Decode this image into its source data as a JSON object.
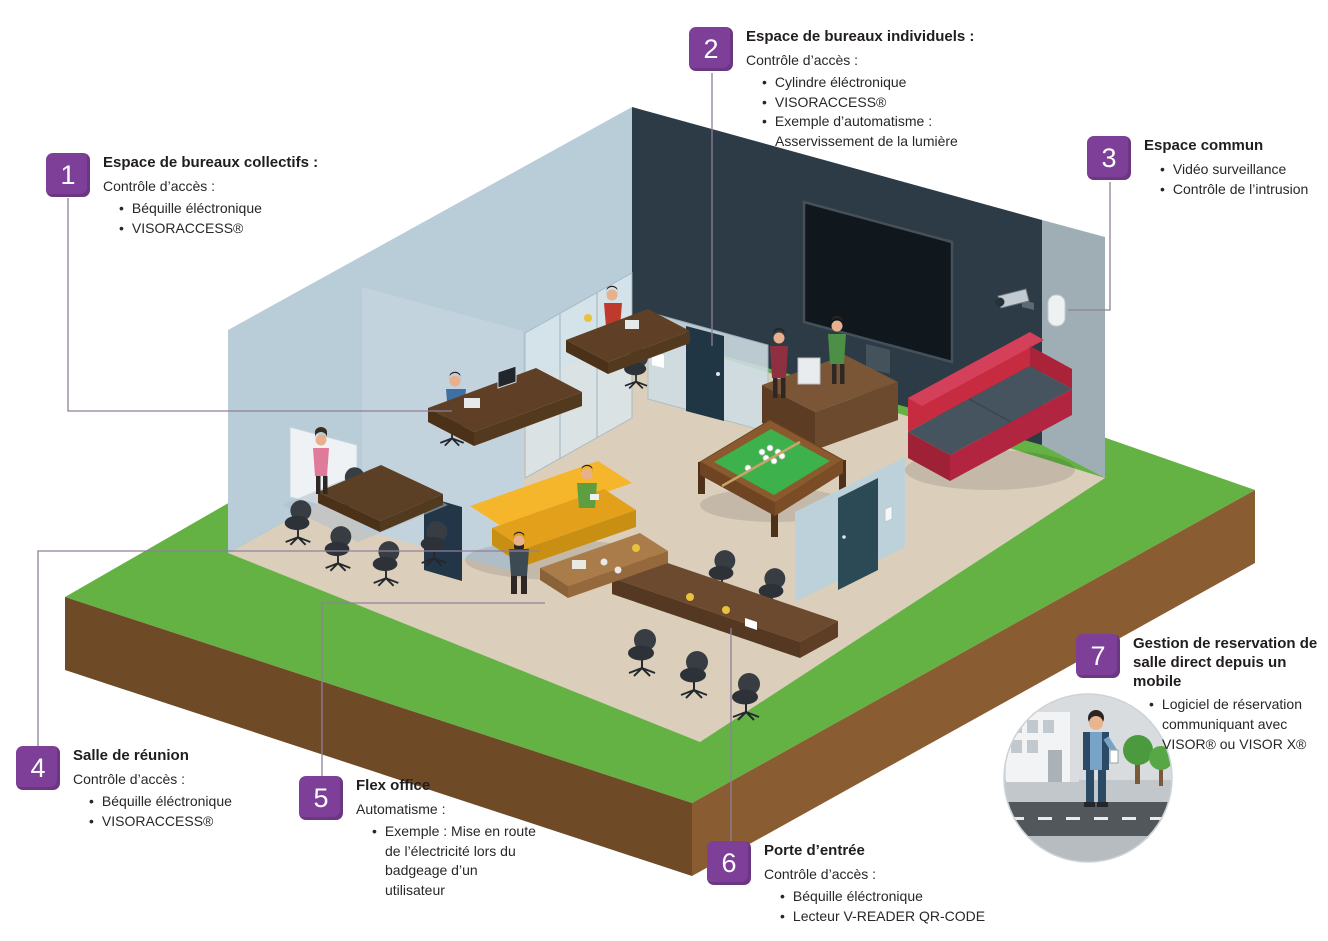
{
  "figure": {
    "description": "Isometric office access-control infographic",
    "colors": {
      "accent_purple": "#7d3f98",
      "connector_line": "#8f7f9b",
      "grass_green": "#64b244",
      "dark_wall": "#2c3b45",
      "light_wall": "#b9cdd9",
      "sofa_red": "#c62b40",
      "sofa_yellow": "#f2b028",
      "pool_felt": "#3db14b"
    }
  },
  "callouts": [
    {
      "number": "1",
      "title": "Espace de bureaux collectifs :",
      "subtitle": "Contrôle d’accès :",
      "bullets": [
        "Béquille éléctronique",
        "VISORACCESS®"
      ]
    },
    {
      "number": "2",
      "title": "Espace de bureaux individuels :",
      "subtitle": "Contrôle d’accès :",
      "bullets": [
        "Cylindre éléctronique",
        "VISORACCESS®",
        "Exemple d’automatisme : Asservissement de la lumière"
      ]
    },
    {
      "number": "3",
      "title": "Espace commun",
      "bullets": [
        "Vidéo surveillance",
        "Contrôle de l’intrusion"
      ]
    },
    {
      "number": "4",
      "title": "Salle de réunion",
      "subtitle": "Contrôle d’accès :",
      "bullets": [
        "Béquille éléctronique",
        "VISORACCESS®"
      ]
    },
    {
      "number": "5",
      "title": "Flex office",
      "subtitle": "Automatisme :",
      "bullets": [
        "Exemple : Mise en route de l’électricité lors du badgeage d’un utilisateur"
      ]
    },
    {
      "number": "6",
      "title": "Porte d’entrée",
      "subtitle": "Contrôle d’accès :",
      "bullets": [
        "Béquille éléctronique",
        "Lecteur V-READER QR-CODE"
      ]
    },
    {
      "number": "7",
      "title": "Gestion de reservation de salle direct depuis un mobile",
      "bullets": [
        "Logiciel de réservation communiquant avec VISOR® ou VISOR X®"
      ]
    }
  ]
}
